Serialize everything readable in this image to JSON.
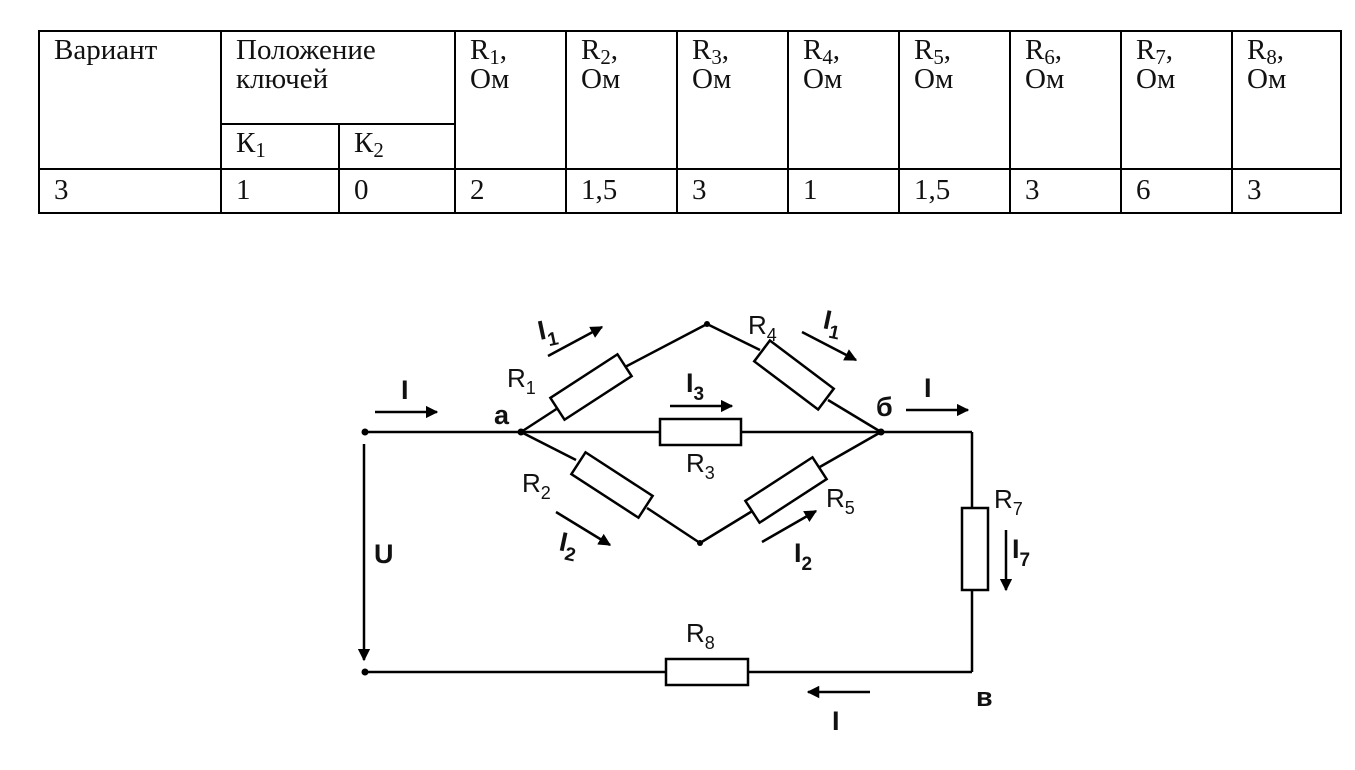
{
  "table": {
    "header_variant": "Вариант",
    "header_keys": "Положение ключей",
    "key_headers": [
      {
        "base": "К",
        "sub": "1"
      },
      {
        "base": "К",
        "sub": "2"
      }
    ],
    "resistor_headers": [
      {
        "base": "R",
        "sub": "1",
        "unit": ", Ом"
      },
      {
        "base": "R",
        "sub": "2",
        "unit": ", Ом"
      },
      {
        "base": "R",
        "sub": "3",
        "unit": ", Ом"
      },
      {
        "base": "R",
        "sub": "4",
        "unit": ", Ом"
      },
      {
        "base": "R",
        "sub": "5",
        "unit": ", Ом"
      },
      {
        "base": "R",
        "sub": "6",
        "unit": ", Ом"
      },
      {
        "base": "R",
        "sub": "7",
        "unit": ", Ом"
      },
      {
        "base": "R",
        "sub": "8",
        "unit": ", Ом"
      }
    ],
    "row": {
      "variant": "3",
      "keys": [
        "1",
        "0"
      ],
      "resistances": [
        "2",
        "1,5",
        "3",
        "1",
        "1,5",
        "3",
        "6",
        "3"
      ]
    }
  },
  "circuit": {
    "nodes": {
      "a": "а",
      "b": "б",
      "v": "в"
    },
    "voltage": "U",
    "currents": {
      "I": "I",
      "I1": {
        "base": "I",
        "sub": "1"
      },
      "I2": {
        "base": "I",
        "sub": "2"
      },
      "I3": {
        "base": "I",
        "sub": "3"
      },
      "I7": {
        "base": "I",
        "sub": "7"
      }
    },
    "resistors": {
      "R1": {
        "base": "R",
        "sub": "1"
      },
      "R2": {
        "base": "R",
        "sub": "2"
      },
      "R3": {
        "base": "R",
        "sub": "3"
      },
      "R4": {
        "base": "R",
        "sub": "4"
      },
      "R5": {
        "base": "R",
        "sub": "5"
      },
      "R7": {
        "base": "R",
        "sub": "7"
      },
      "R8": {
        "base": "R",
        "sub": "8"
      }
    }
  }
}
